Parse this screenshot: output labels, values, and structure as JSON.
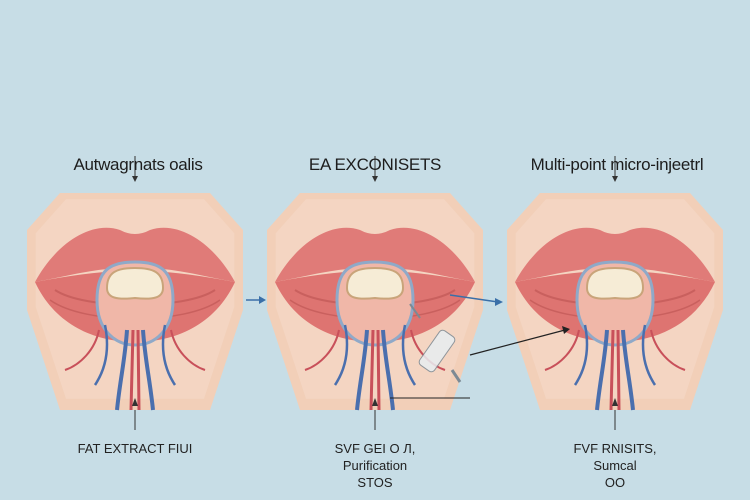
{
  "panels": [
    {
      "title": "Autwagrnats oalis",
      "caption": [
        "FAT EXTRACT FIUI"
      ]
    },
    {
      "title": "EA EXCONISETS",
      "caption": [
        "SVF GEI O Л,",
        "Purification",
        "STOS"
      ]
    },
    {
      "title": "Multi-point micro-injeetrl",
      "caption": [
        "FVF RNISITS,",
        "Sumcal",
        "OO"
      ]
    }
  ],
  "colors": {
    "background": "#c7dde6",
    "panel": "#f2cfb8",
    "lip": "#e07b78",
    "vein_blue": "#4a6fae",
    "vein_red": "#c8505a",
    "arrow": "#3a6fa8"
  }
}
